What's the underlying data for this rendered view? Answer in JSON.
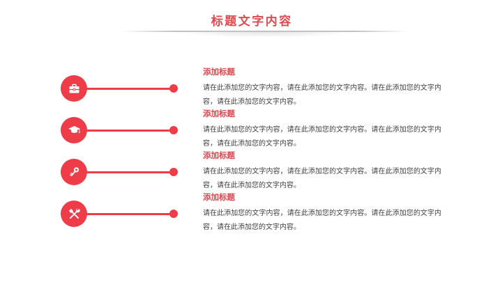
{
  "slide": {
    "title": "标题文字内容",
    "rows": [
      {
        "icon": "briefcase-icon",
        "heading": "添加标题",
        "body": "请在此添加您的文字内容，请在此添加您的文字内容。请在此添加您的文字内容，请在此添加您的文字内容。"
      },
      {
        "icon": "graduation-cap-icon",
        "heading": "添加标题",
        "body": "请在此添加您的文字内容，请在此添加您的文字内容。请在此添加您的文字内容，请在此添加您的文字内容。"
      },
      {
        "icon": "key-icon",
        "heading": "添加标题",
        "body": "请在此添加您的文字内容，请在此添加您的文字内容。请在此添加您的文字内容，请在此添加您的文字内容。"
      },
      {
        "icon": "tools-icon",
        "heading": "添加标题",
        "body": "请在此添加您的文字内容，请在此添加您的文字内容。请在此添加您的文字内容，请在此添加您的文字内容。"
      }
    ],
    "colors": {
      "accent_red": "#ee3d49",
      "title_red": "#e2494f",
      "heading_red": "#e2444c",
      "body_text": "#404040",
      "divider_gray": "#bcbcbc",
      "background": "#ffffff"
    }
  }
}
